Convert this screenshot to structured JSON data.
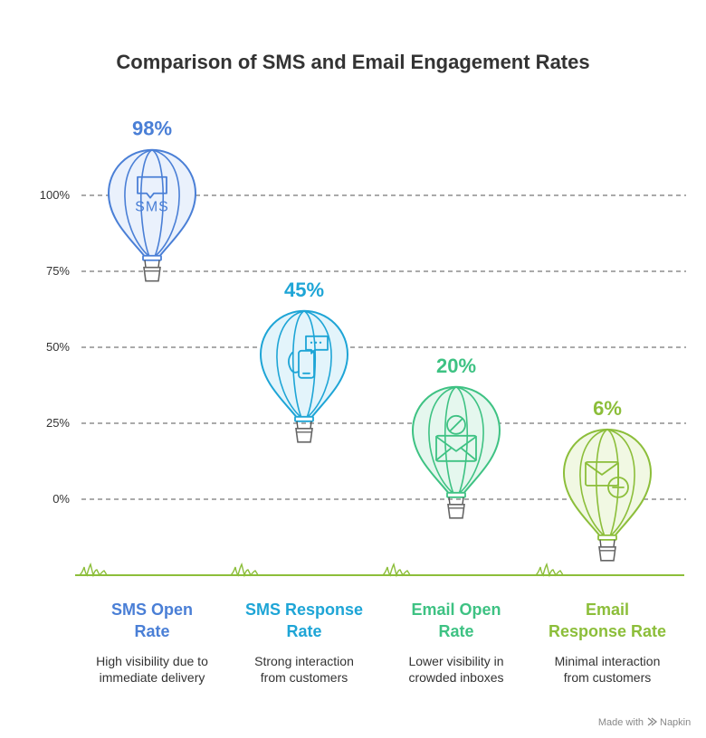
{
  "chart_data": {
    "type": "bar",
    "title": "Comparison of SMS and Email Engagement Rates",
    "yticks": [
      "100%",
      "75%",
      "50%",
      "25%",
      "0%"
    ],
    "ylim": [
      0,
      100
    ],
    "grid": true,
    "categories": [
      "SMS Open Rate",
      "SMS Response Rate",
      "Email Open Rate",
      "Email Response Rate"
    ],
    "values": [
      98,
      45,
      20,
      6
    ],
    "value_labels": [
      "98%",
      "45%",
      "20%",
      "6%"
    ],
    "descriptions": [
      [
        "High visibility due to",
        "immediate delivery"
      ],
      [
        "Strong interaction",
        "from customers"
      ],
      [
        "Lower visibility in",
        "crowded inboxes"
      ],
      [
        "Minimal interaction",
        "from customers"
      ]
    ],
    "category_lines": [
      [
        "SMS Open",
        "Rate"
      ],
      [
        "SMS Response",
        "Rate"
      ],
      [
        "Email Open",
        "Rate"
      ],
      [
        "Email",
        "Response Rate"
      ]
    ],
    "colors": [
      "#4a7fd6",
      "#1ea5d6",
      "#3ec283",
      "#8cbe3a"
    ],
    "fills": [
      "#eaf1fc",
      "#e3f4fb",
      "#e5f7ee",
      "#f1f8e3"
    ],
    "icons": [
      "sms-chat-icon",
      "mobile-chat-icon",
      "email-blocked-icon",
      "email-remove-icon"
    ]
  },
  "footer": {
    "text": "Made with",
    "brand": "Napkin"
  }
}
